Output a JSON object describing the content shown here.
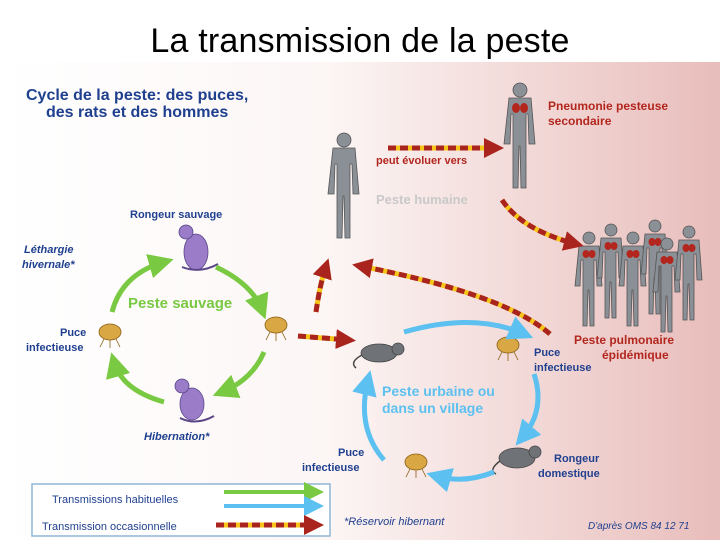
{
  "slide": {
    "title": "La transmission de la peste"
  },
  "figure": {
    "heading_line1": "Cycle de la peste: des puces,",
    "heading_line2": "des rats et des hommes",
    "labels": {
      "pneumonia_line1": "Pneumonie pesteuse",
      "pneumonia_line2": "secondaire",
      "can_evolve": "peut évoluer vers",
      "human_plague": "Peste humaine",
      "wild_rodent": "Rongeur sauvage",
      "lethargy_line1": "Léthargie",
      "lethargy_line2": "hivernale*",
      "wild_plague": "Peste sauvage",
      "flea_left_line1": "Puce",
      "flea_left_line2": "infectieuse",
      "hibernation": "Hibernation*",
      "pulmonary_line1": "Peste pulmonaire",
      "pulmonary_line2": "épidémique",
      "flea_right_line1": "Puce",
      "flea_right_line2": "infectieuse",
      "urban_line1": "Peste urbaine ou",
      "urban_line2": "dans un village",
      "flea_bottom_line1": "Puce",
      "flea_bottom_line2": "infectieuse",
      "domestic_line1": "Rongeur",
      "domestic_line2": "domestique"
    },
    "legend": {
      "usual": "Transmissions habituelles",
      "occasional": "Transmission occasionnelle"
    },
    "footnote": "*Réservoir hibernant",
    "source": "D'après OMS 84 12 71",
    "colors": {
      "green": "#7ac943",
      "blue": "#5cc0f0",
      "dashed_red": "#a8241c",
      "dashed_yellow": "#f5c518",
      "text_blue": "#1f3f8f",
      "text_red": "#b3261e",
      "human": "#8a9096",
      "rodent_wild": "#9a7cc8",
      "rodent_domestic": "#6f7378",
      "flea": "#d9a743"
    }
  }
}
